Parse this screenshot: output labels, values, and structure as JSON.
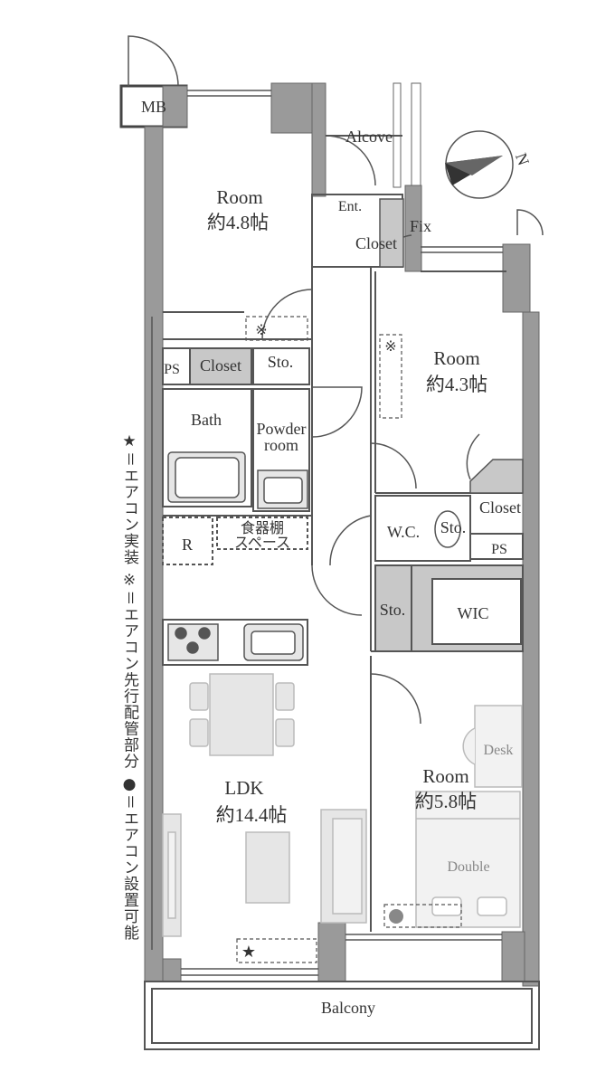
{
  "labels": {
    "mb": "MB",
    "alcove": "Alcove",
    "ent": "Ent.",
    "closet_ent": "Closet",
    "fix": "Fix",
    "room_nw_name": "Room",
    "room_nw_size": "約4.8帖",
    "room_ne_name": "Room",
    "room_ne_size": "約4.3帖",
    "ps_left": "PS",
    "closet_left": "Closet",
    "sto_upper": "Sto.",
    "bath": "Bath",
    "powder_room_1": "Powder",
    "powder_room_2": "room",
    "closet_right": "Closet",
    "wc": "W.C.",
    "sto_wc": "Sto.",
    "ps_right": "PS",
    "refrigerator": "R",
    "dish_space_1": "食器棚",
    "dish_space_2": "スペース",
    "sto_mid": "Sto.",
    "wic": "WIC",
    "ldk_name": "LDK",
    "ldk_size": "約14.4帖",
    "room_se_name": "Room",
    "room_se_size": "約5.8帖",
    "desk": "Desk",
    "double": "Double",
    "balcony": "Balcony",
    "compass_n": "N",
    "mark_star": "★",
    "mark_kome": "※"
  },
  "legend": {
    "line1": "★＝エアコン実装",
    "line2": "※＝エアコン先行配管部分",
    "line3": "●＝エアコン設置可能"
  },
  "colors": {
    "wall": "#9a9a9a",
    "wall_outline": "#555555",
    "fixture_gray": "#c8c8c8",
    "furniture_fill": "#e6e6e6",
    "line": "#555555"
  }
}
